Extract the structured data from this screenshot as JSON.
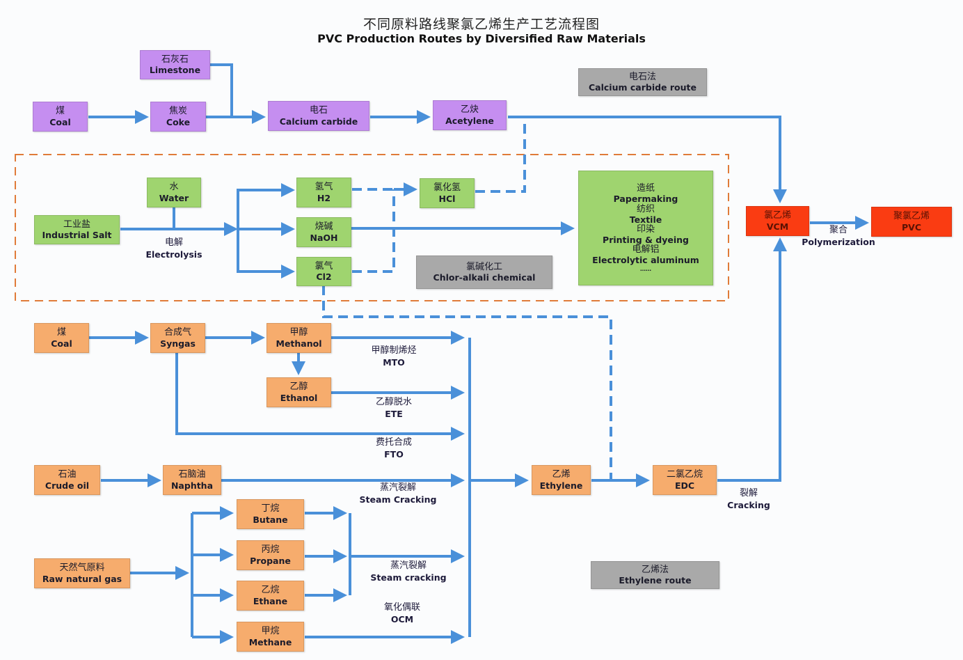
{
  "title": {
    "zh": "不同原料路线聚氯乙烯生产工艺流程图",
    "en": "PVC Production Routes by Diversified Raw Materials"
  },
  "colors": {
    "calcium_carbide_nodes": "#c58ef0",
    "chlor_alkali_nodes": "#9fd46f",
    "ethylene_route_nodes": "#f6ac6d",
    "product_nodes": "#fa3c12",
    "route_labels": "#a9a9a9",
    "arrows": "#4a90d9",
    "chlor_alkali_border": "#e07b39"
  },
  "route_labels": {
    "calcium_carbide": {
      "zh": "电石法",
      "en": "Calcium carbide route"
    },
    "chlor_alkali": {
      "zh": "氯碱化工",
      "en": "Chlor-alkali chemical"
    },
    "ethylene": {
      "zh": "乙烯法",
      "en": "Ethylene route"
    }
  },
  "nodes": {
    "limestone": {
      "zh": "石灰石",
      "en": "Limestone"
    },
    "coal_top": {
      "zh": "煤",
      "en": "Coal"
    },
    "coke": {
      "zh": "焦炭",
      "en": "Coke"
    },
    "calcium_carbide": {
      "zh": "电石",
      "en": "Calcium carbide"
    },
    "acetylene": {
      "zh": "乙炔",
      "en": "Acetylene"
    },
    "water": {
      "zh": "水",
      "en": "Water"
    },
    "industrial_salt": {
      "zh": "工业盐",
      "en": "Industrial Salt"
    },
    "h2": {
      "zh": "氢气",
      "en": "H2"
    },
    "naoh": {
      "zh": "烧碱",
      "en": "NaOH"
    },
    "cl2": {
      "zh": "氯气",
      "en": "Cl2"
    },
    "hcl": {
      "zh": "氯化氢",
      "en": "HCl"
    },
    "applications": {
      "items": [
        {
          "zh": "造纸",
          "en": "Papermaking"
        },
        {
          "zh": "纺织",
          "en": "Textile"
        },
        {
          "zh": "印染",
          "en": "Printing & dyeing"
        },
        {
          "zh": "电解铝",
          "en": "Electrolytic aluminum"
        }
      ],
      "more": "……"
    },
    "vcm": {
      "zh": "氯乙烯",
      "en": "VCM"
    },
    "pvc": {
      "zh": "聚氯乙烯",
      "en": "PVC"
    },
    "coal_bottom": {
      "zh": "煤",
      "en": "Coal"
    },
    "syngas": {
      "zh": "合成气",
      "en": "Syngas"
    },
    "methanol": {
      "zh": "甲醇",
      "en": "Methanol"
    },
    "ethanol": {
      "zh": "乙醇",
      "en": "Ethanol"
    },
    "crude_oil": {
      "zh": "石油",
      "en": "Crude oil"
    },
    "naphtha": {
      "zh": "石脑油",
      "en": "Naphtha"
    },
    "raw_natural_gas": {
      "zh": "天然气原料",
      "en": "Raw natural gas"
    },
    "butane": {
      "zh": "丁烷",
      "en": "Butane"
    },
    "propane": {
      "zh": "丙烷",
      "en": "Propane"
    },
    "ethane": {
      "zh": "乙烷",
      "en": "Ethane"
    },
    "methane": {
      "zh": "甲烷",
      "en": "Methane"
    },
    "ethylene": {
      "zh": "乙烯",
      "en": "Ethylene"
    },
    "edc": {
      "zh": "二氯乙烷",
      "en": "EDC"
    }
  },
  "process_labels": {
    "electrolysis": {
      "zh": "电解",
      "en": "Electrolysis"
    },
    "polymerization": {
      "zh": "聚合",
      "en": "Polymerization"
    },
    "mto": {
      "zh": "甲醇制烯烃",
      "en": "MTO"
    },
    "ete": {
      "zh": "乙醇脱水",
      "en": "ETE"
    },
    "fto": {
      "zh": "费托合成",
      "en": "FTO"
    },
    "steam_cracking_naphtha": {
      "zh": "蒸汽裂解",
      "en": "Steam Cracking"
    },
    "steam_cracking_gas": {
      "zh": "蒸汽裂解",
      "en": "Steam cracking"
    },
    "ocm": {
      "zh": "氧化偶联",
      "en": "OCM"
    },
    "cracking": {
      "zh": "裂解",
      "en": "Cracking"
    }
  }
}
